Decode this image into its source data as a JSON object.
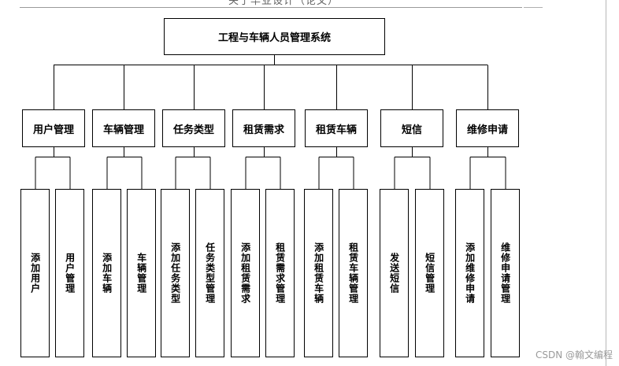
{
  "header": {
    "title": "关于毕业设计（论文）"
  },
  "root": {
    "label": "工程与车辆人员管理系统"
  },
  "modules": [
    {
      "label": "用户管理",
      "children": [
        "添加用户",
        "用户管理"
      ]
    },
    {
      "label": "车辆管理",
      "children": [
        "添加车辆",
        "车辆管理"
      ]
    },
    {
      "label": "任务类型",
      "children": [
        "添加任务类型",
        "任务类型管理"
      ]
    },
    {
      "label": "租赁需求",
      "children": [
        "添加租赁需求",
        "租赁需求管理"
      ]
    },
    {
      "label": "租赁车辆",
      "children": [
        "添加租赁车辆",
        "租赁车辆管理"
      ]
    },
    {
      "label": "短信",
      "children": [
        "发送短信",
        "短信管理"
      ]
    },
    {
      "label": "维修申请",
      "children": [
        "添加维修申请",
        "维修申请管理"
      ]
    }
  ],
  "watermark": {
    "text": "CSDN @翰文编程"
  }
}
